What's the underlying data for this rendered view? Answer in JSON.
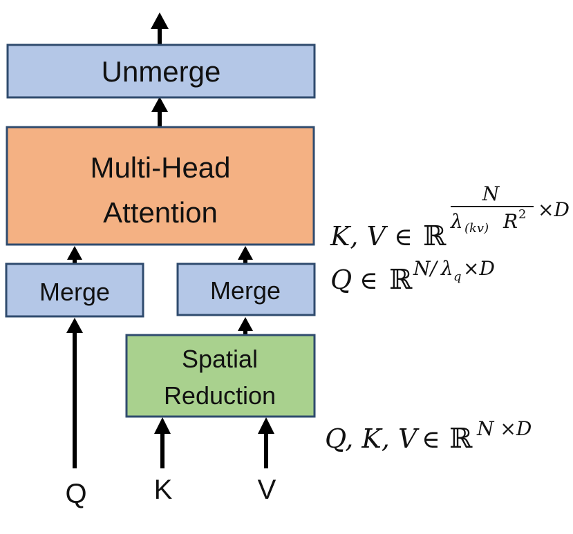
{
  "colors": {
    "blue_fill": "#b4c7e7",
    "blue_stroke": "#2f4b6e",
    "orange_fill": "#f4b183",
    "green_fill": "#a9d18e",
    "arrow": "#000000"
  },
  "nodes": {
    "unmerge": {
      "label": "Unmerge"
    },
    "attention": {
      "label_line1": "Multi-Head",
      "label_line2": "Attention"
    },
    "merge_q": {
      "label": "Merge"
    },
    "merge_kv": {
      "label": "Merge"
    },
    "spatial_reduction": {
      "label_line1": "Spatial",
      "label_line2": "Reduction"
    }
  },
  "inputs": {
    "q": "Q",
    "k": "K",
    "v": "V"
  },
  "annotations": {
    "kv_shape": {
      "vars": "K, V",
      "in": "∈",
      "R": "ℝ",
      "frac_num": "N",
      "frac_den_lambda": "λ",
      "frac_den_sub": "(kv)",
      "frac_den_R": "R",
      "frac_den_exp": "2",
      "tail": "×D"
    },
    "q_shape": {
      "vars": "Q",
      "in": "∈",
      "R": "ℝ",
      "exp_N": "N/",
      "exp_lambda": "λ",
      "exp_sub": "q",
      "exp_tail": "×D"
    },
    "qkv_shape": {
      "vars": "Q, K, V",
      "in": "∈",
      "R": "ℝ",
      "exp": "N ×D"
    }
  }
}
